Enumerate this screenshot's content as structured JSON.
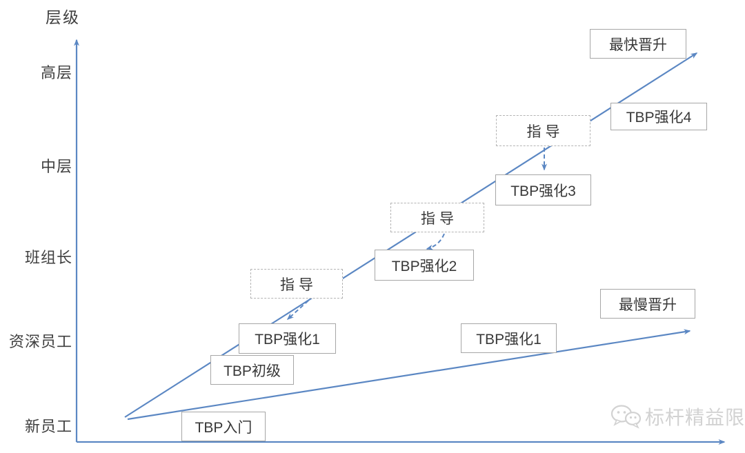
{
  "axis": {
    "title": "层级",
    "levels": [
      "高层",
      "中层",
      "班组长",
      "资深员工",
      "新员工"
    ]
  },
  "labels": {
    "fastest": "最快晋升",
    "slowest": "最慢晋升",
    "guide": "指导",
    "tbp_intro": "TBP入门",
    "tbp_primary": "TBP初级",
    "tbp_enhance1": "TBP强化1",
    "tbp_enhance2": "TBP强化2",
    "tbp_enhance3": "TBP强化3",
    "tbp_enhance4": "TBP强化4",
    "tbp_enhance1_slow": "TBP强化1"
  },
  "watermark": {
    "brand": "标杆精益限",
    "icon": "wechat-chat-bubbles"
  },
  "colors": {
    "line": "#5b87c3",
    "box_border": "#a6a6a6",
    "guide_border": "#b3b3b3",
    "text": "#3f3f3f",
    "watermark": "#d2d2d2"
  }
}
